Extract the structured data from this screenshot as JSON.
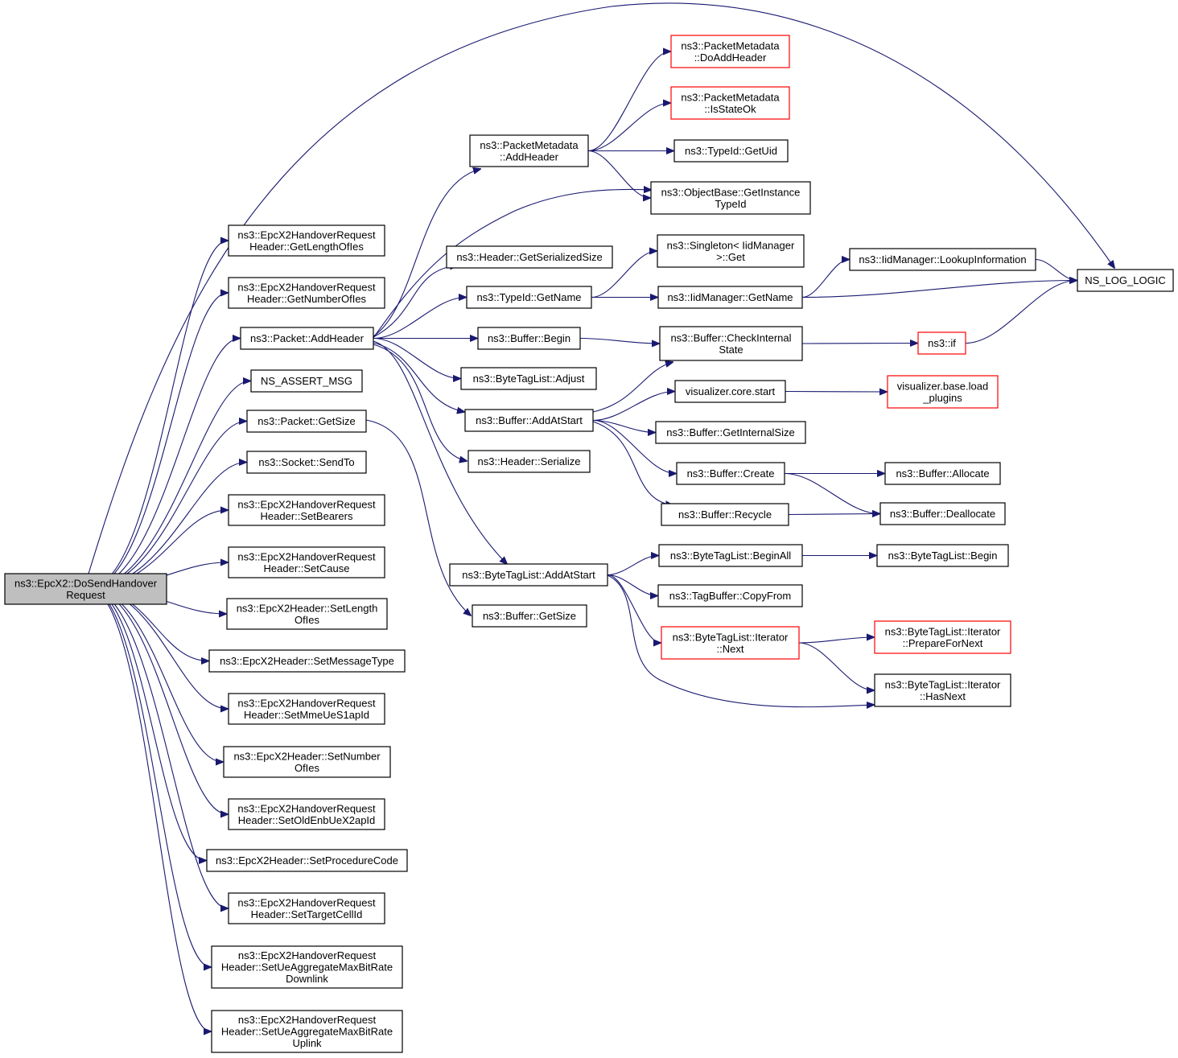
{
  "colors": {
    "edge": "#191970",
    "root_fill": "#bfbfbf",
    "node_fill": "#ffffff",
    "node_border": "#000000",
    "truncated_border": "#ff0000"
  },
  "nodes": [
    {
      "id": "root",
      "lines": [
        "ns3::EpcX2::DoSendHandover",
        "Request"
      ],
      "style": "root"
    },
    {
      "id": "getlen",
      "lines": [
        "ns3::EpcX2HandoverRequest",
        "Header::GetLengthOfIes"
      ],
      "style": "normal"
    },
    {
      "id": "getnum",
      "lines": [
        "ns3::EpcX2HandoverRequest",
        "Header::GetNumberOfIes"
      ],
      "style": "normal"
    },
    {
      "id": "pktadd",
      "lines": [
        "ns3::Packet::AddHeader"
      ],
      "style": "normal"
    },
    {
      "id": "assertmsg",
      "lines": [
        "NS_ASSERT_MSG"
      ],
      "style": "normal"
    },
    {
      "id": "pktsize",
      "lines": [
        "ns3::Packet::GetSize"
      ],
      "style": "normal"
    },
    {
      "id": "sendto",
      "lines": [
        "ns3::Socket::SendTo"
      ],
      "style": "normal"
    },
    {
      "id": "setbearers",
      "lines": [
        "ns3::EpcX2HandoverRequest",
        "Header::SetBearers"
      ],
      "style": "normal"
    },
    {
      "id": "setcause",
      "lines": [
        "ns3::EpcX2HandoverRequest",
        "Header::SetCause"
      ],
      "style": "normal"
    },
    {
      "id": "setlenies",
      "lines": [
        "ns3::EpcX2Header::SetLength",
        "OfIes"
      ],
      "style": "normal"
    },
    {
      "id": "setmsgtype",
      "lines": [
        "ns3::EpcX2Header::SetMessageType"
      ],
      "style": "normal"
    },
    {
      "id": "setmme",
      "lines": [
        "ns3::EpcX2HandoverRequest",
        "Header::SetMmeUeS1apId"
      ],
      "style": "normal"
    },
    {
      "id": "setnumies",
      "lines": [
        "ns3::EpcX2Header::SetNumber",
        "OfIes"
      ],
      "style": "normal"
    },
    {
      "id": "setoldenb",
      "lines": [
        "ns3::EpcX2HandoverRequest",
        "Header::SetOldEnbUeX2apId"
      ],
      "style": "normal"
    },
    {
      "id": "setproc",
      "lines": [
        "ns3::EpcX2Header::SetProcedureCode"
      ],
      "style": "normal"
    },
    {
      "id": "settarget",
      "lines": [
        "ns3::EpcX2HandoverRequest",
        "Header::SetTargetCellId"
      ],
      "style": "normal"
    },
    {
      "id": "setdown",
      "lines": [
        "ns3::EpcX2HandoverRequest",
        "Header::SetUeAggregateMaxBitRate",
        "Downlink"
      ],
      "style": "normal"
    },
    {
      "id": "setup",
      "lines": [
        "ns3::EpcX2HandoverRequest",
        "Header::SetUeAggregateMaxBitRate",
        "Uplink"
      ],
      "style": "normal"
    },
    {
      "id": "pmadd",
      "lines": [
        "ns3::PacketMetadata",
        "::AddHeader"
      ],
      "style": "normal"
    },
    {
      "id": "hdrsersize",
      "lines": [
        "ns3::Header::GetSerializedSize"
      ],
      "style": "normal"
    },
    {
      "id": "typegetname",
      "lines": [
        "ns3::TypeId::GetName"
      ],
      "style": "normal"
    },
    {
      "id": "bufbegin",
      "lines": [
        "ns3::Buffer::Begin"
      ],
      "style": "normal"
    },
    {
      "id": "btladjust",
      "lines": [
        "ns3::ByteTagList::Adjust"
      ],
      "style": "normal"
    },
    {
      "id": "bufaddstart",
      "lines": [
        "ns3::Buffer::AddAtStart"
      ],
      "style": "normal"
    },
    {
      "id": "hdrser",
      "lines": [
        "ns3::Header::Serialize"
      ],
      "style": "normal"
    },
    {
      "id": "btladdstart",
      "lines": [
        "ns3::ByteTagList::AddAtStart"
      ],
      "style": "normal"
    },
    {
      "id": "bufgetsize",
      "lines": [
        "ns3::Buffer::GetSize"
      ],
      "style": "normal"
    },
    {
      "id": "pmdoadd",
      "lines": [
        "ns3::PacketMetadata",
        "::DoAddHeader"
      ],
      "style": "truncated"
    },
    {
      "id": "pmstate",
      "lines": [
        "ns3::PacketMetadata",
        "::IsStateOk"
      ],
      "style": "truncated"
    },
    {
      "id": "typeuid",
      "lines": [
        "ns3::TypeId::GetUid"
      ],
      "style": "normal"
    },
    {
      "id": "objinst",
      "lines": [
        "ns3::ObjectBase::GetInstance",
        "TypeId"
      ],
      "style": "normal"
    },
    {
      "id": "singleton",
      "lines": [
        "ns3::Singleton< IidManager",
        ">::Get"
      ],
      "style": "normal"
    },
    {
      "id": "iidgetname",
      "lines": [
        "ns3::IidManager::GetName"
      ],
      "style": "normal"
    },
    {
      "id": "bufcheck",
      "lines": [
        "ns3::Buffer::CheckInternal",
        "State"
      ],
      "style": "normal"
    },
    {
      "id": "vizstart",
      "lines": [
        "visualizer.core.start"
      ],
      "style": "normal"
    },
    {
      "id": "bufinternal",
      "lines": [
        "ns3::Buffer::GetInternalSize"
      ],
      "style": "normal"
    },
    {
      "id": "bufcreate",
      "lines": [
        "ns3::Buffer::Create"
      ],
      "style": "normal"
    },
    {
      "id": "bufrecycle",
      "lines": [
        "ns3::Buffer::Recycle"
      ],
      "style": "normal"
    },
    {
      "id": "btlbeginall",
      "lines": [
        "ns3::ByteTagList::BeginAll"
      ],
      "style": "normal"
    },
    {
      "id": "tagcopy",
      "lines": [
        "ns3::TagBuffer::CopyFrom"
      ],
      "style": "normal"
    },
    {
      "id": "btlnext",
      "lines": [
        "ns3::ByteTagList::Iterator",
        "::Next"
      ],
      "style": "truncated"
    },
    {
      "id": "iidlookup",
      "lines": [
        "ns3::IidManager::LookupInformation"
      ],
      "style": "normal"
    },
    {
      "id": "nsif",
      "lines": [
        "ns3::if"
      ],
      "style": "truncated"
    },
    {
      "id": "vizload",
      "lines": [
        "visualizer.base.load",
        "_plugins"
      ],
      "style": "truncated"
    },
    {
      "id": "bufalloc",
      "lines": [
        "ns3::Buffer::Allocate"
      ],
      "style": "normal"
    },
    {
      "id": "bufdealloc",
      "lines": [
        "ns3::Buffer::Deallocate"
      ],
      "style": "normal"
    },
    {
      "id": "btlbegin",
      "lines": [
        "ns3::ByteTagList::Begin"
      ],
      "style": "normal"
    },
    {
      "id": "btlprep",
      "lines": [
        "ns3::ByteTagList::Iterator",
        "::PrepareForNext"
      ],
      "style": "truncated"
    },
    {
      "id": "btlhasnext",
      "lines": [
        "ns3::ByteTagList::Iterator",
        "::HasNext"
      ],
      "style": "normal"
    },
    {
      "id": "nslog",
      "lines": [
        "NS_LOG_LOGIC"
      ],
      "style": "normal"
    }
  ],
  "edges": [
    [
      "root",
      "getlen"
    ],
    [
      "root",
      "getnum"
    ],
    [
      "root",
      "pktadd"
    ],
    [
      "root",
      "assertmsg"
    ],
    [
      "root",
      "pktsize"
    ],
    [
      "root",
      "sendto"
    ],
    [
      "root",
      "setbearers"
    ],
    [
      "root",
      "setcause"
    ],
    [
      "root",
      "setlenies"
    ],
    [
      "root",
      "setmsgtype"
    ],
    [
      "root",
      "setmme"
    ],
    [
      "root",
      "setnumies"
    ],
    [
      "root",
      "setoldenb"
    ],
    [
      "root",
      "setproc"
    ],
    [
      "root",
      "settarget"
    ],
    [
      "root",
      "setdown"
    ],
    [
      "root",
      "setup"
    ],
    [
      "root",
      "nslog"
    ],
    [
      "pktadd",
      "pmadd"
    ],
    [
      "pktadd",
      "objinst"
    ],
    [
      "pktadd",
      "hdrsersize"
    ],
    [
      "pktadd",
      "typegetname"
    ],
    [
      "pktadd",
      "bufbegin"
    ],
    [
      "pktadd",
      "btladjust"
    ],
    [
      "pktadd",
      "bufaddstart"
    ],
    [
      "pktadd",
      "hdrser"
    ],
    [
      "pktadd",
      "btladdstart"
    ],
    [
      "pktsize",
      "bufgetsize"
    ],
    [
      "pmadd",
      "pmdoadd"
    ],
    [
      "pmadd",
      "pmstate"
    ],
    [
      "pmadd",
      "typeuid"
    ],
    [
      "pmadd",
      "objinst"
    ],
    [
      "typegetname",
      "singleton"
    ],
    [
      "typegetname",
      "iidgetname"
    ],
    [
      "iidgetname",
      "iidlookup"
    ],
    [
      "iidgetname",
      "nslog"
    ],
    [
      "iidlookup",
      "nslog"
    ],
    [
      "bufbegin",
      "bufcheck"
    ],
    [
      "bufcheck",
      "nsif"
    ],
    [
      "nsif",
      "nslog"
    ],
    [
      "bufaddstart",
      "bufcheck"
    ],
    [
      "bufaddstart",
      "vizstart"
    ],
    [
      "bufaddstart",
      "bufinternal"
    ],
    [
      "bufaddstart",
      "bufcreate"
    ],
    [
      "bufaddstart",
      "bufrecycle"
    ],
    [
      "vizstart",
      "vizload"
    ],
    [
      "bufcreate",
      "bufalloc"
    ],
    [
      "bufcreate",
      "bufdealloc"
    ],
    [
      "bufrecycle",
      "bufdealloc"
    ],
    [
      "btladdstart",
      "btlbeginall"
    ],
    [
      "btladdstart",
      "tagcopy"
    ],
    [
      "btladdstart",
      "btlnext"
    ],
    [
      "btladdstart",
      "btlhasnext"
    ],
    [
      "btlbeginall",
      "btlbegin"
    ],
    [
      "btlnext",
      "btlprep"
    ],
    [
      "btlnext",
      "btlhasnext"
    ]
  ]
}
